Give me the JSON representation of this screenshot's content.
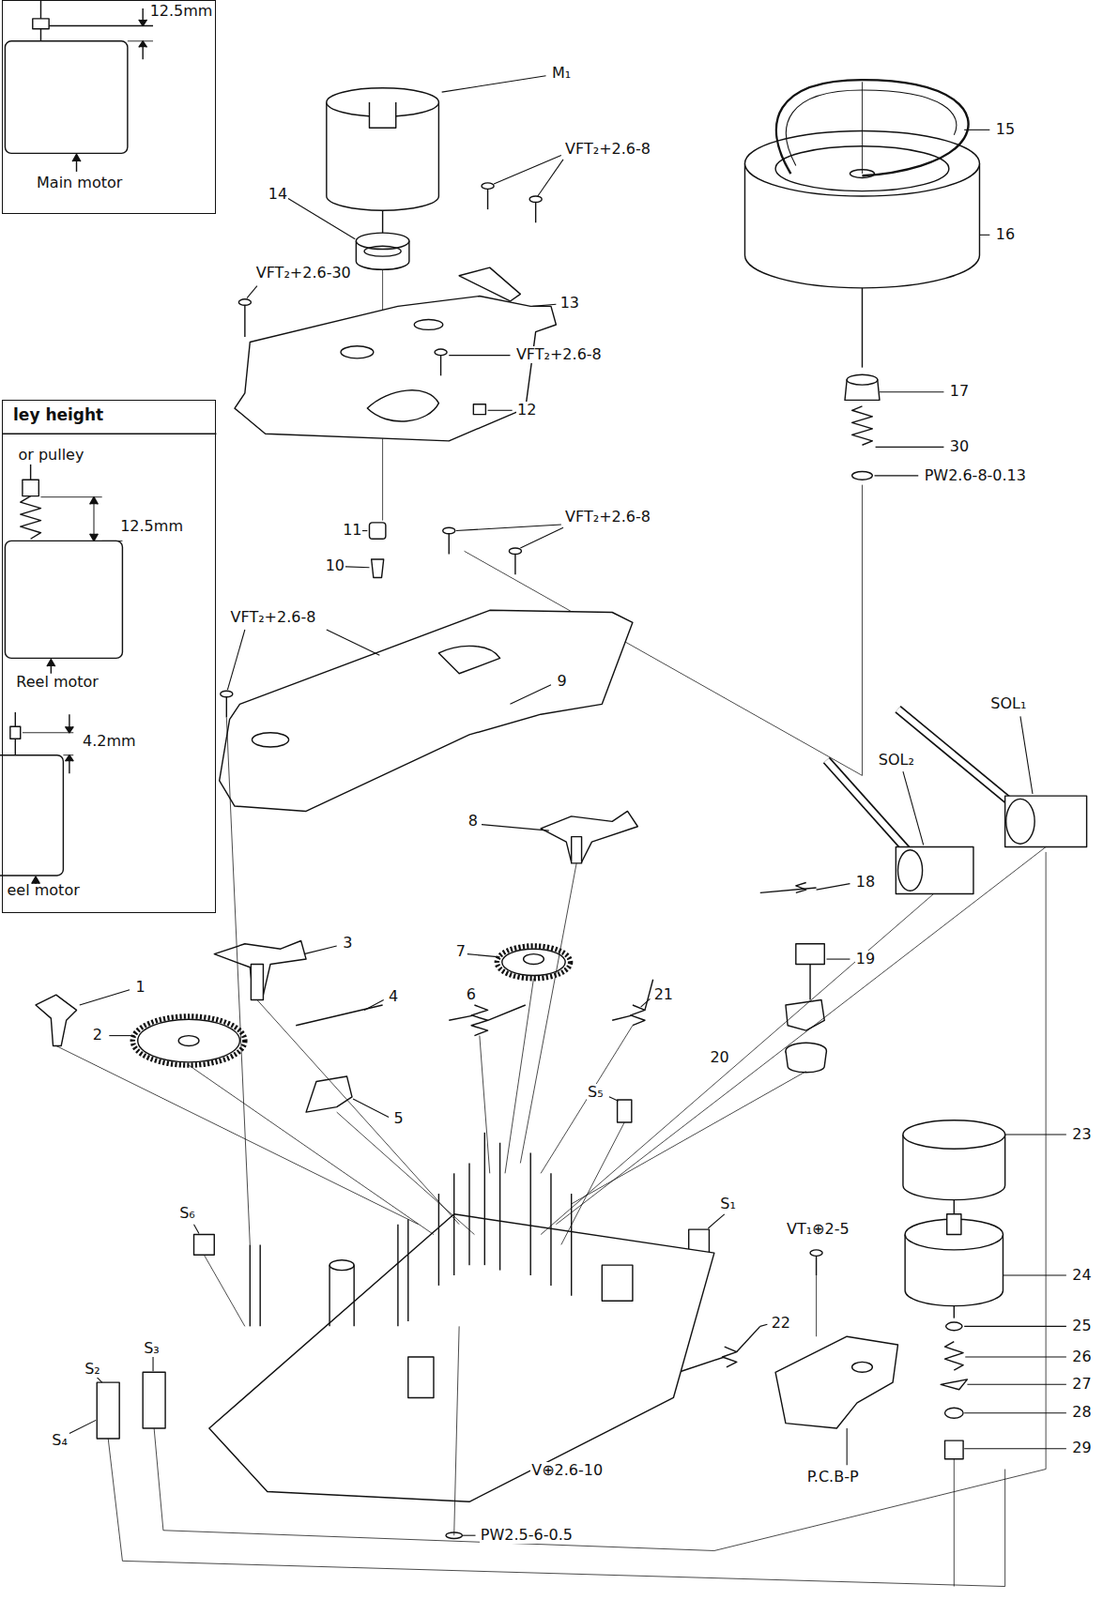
{
  "diagram": {
    "nodes": [
      {
        "text": [
          "12.5mm",
          "Main motor"
        ]
      },
      {
        "text": [
          "ley height",
          "or pulley",
          "12.5mm",
          "Reel motor",
          "4.2mm",
          "eel motor"
        ]
      }
    ],
    "labels": [
      "M₁",
      "VFT₂+2.6-8",
      "15",
      "14",
      "16",
      "VFT₂+2.6-30",
      "13",
      "VFT₂+2.6-8",
      "17",
      "12",
      "30",
      "PW2.6-8-0.13",
      "VFT₂+2.6-8",
      "11",
      "10",
      "VFT₂+2.6-8",
      "9",
      "SOL₁",
      "SOL₂",
      "8",
      "18",
      "3",
      "7",
      "19",
      "1",
      "4",
      "6",
      "21",
      "2",
      "20",
      "5",
      "S₅",
      "23",
      "S₆",
      "S₁",
      "VT₁⊕2-5",
      "24",
      "25",
      "26",
      "27",
      "28",
      "29",
      "22",
      "S₃",
      "S₂",
      "S₄",
      "P.C.B-P",
      "V⊕2.6-10",
      "PW2.5-6-0.5"
    ]
  }
}
